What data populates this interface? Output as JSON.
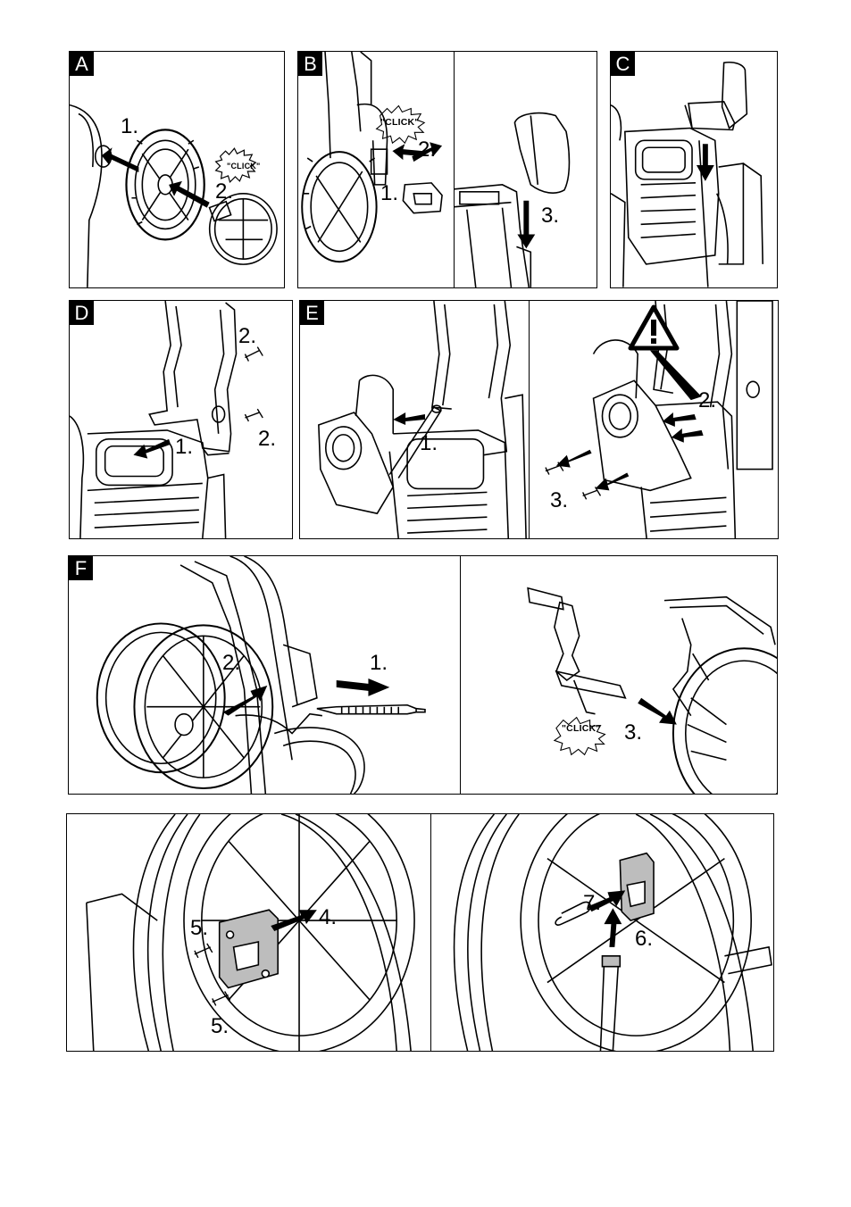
{
  "panels": {
    "a": {
      "label": "A",
      "steps": [
        "1.",
        "2."
      ],
      "click": "\"CLICK\""
    },
    "b": {
      "label": "B",
      "steps": [
        "2.",
        "1.",
        "3."
      ],
      "click": "\"CLICK\""
    },
    "c": {
      "label": "C"
    },
    "d": {
      "label": "D",
      "steps": [
        "2.",
        "1.",
        "2."
      ]
    },
    "e": {
      "label": "E",
      "steps": [
        "1.",
        "2.",
        "3."
      ]
    },
    "f": {
      "label": "F",
      "steps": [
        "2.",
        "1.",
        "3."
      ],
      "click": "\"CLICK\""
    },
    "g": {
      "steps": [
        "5.",
        "4.",
        "5.",
        "7.",
        "6."
      ]
    }
  },
  "icons": [
    "warning-triangle-icon",
    "arrow-icon",
    "screw-icon",
    "click-burst-icon"
  ]
}
